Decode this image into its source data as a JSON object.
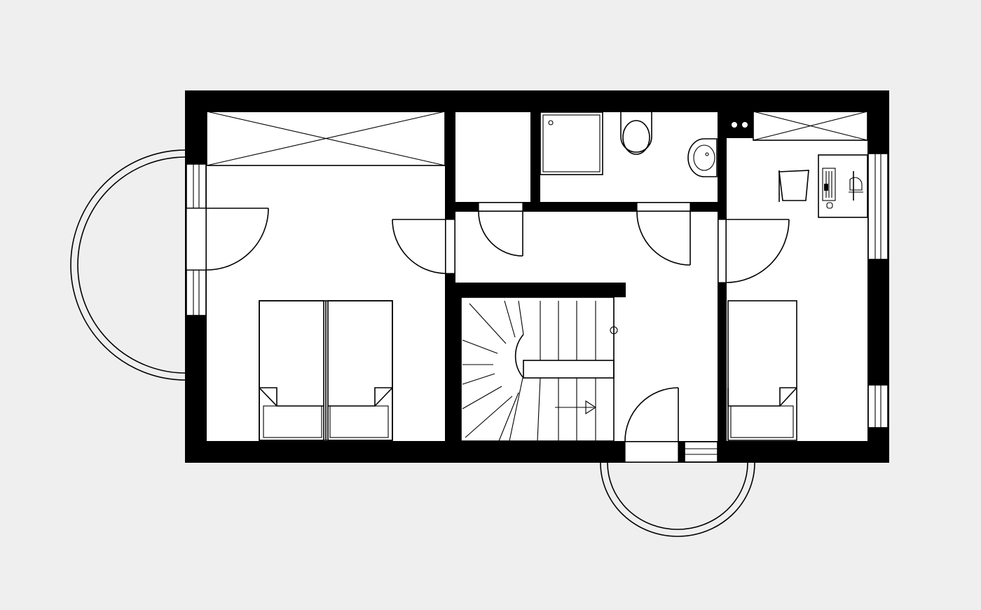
{
  "diagram": {
    "kind": "floor-plan",
    "text_labels": [],
    "colors": {
      "background": "#efefef",
      "wall": "#000000",
      "line": "#000000",
      "surface": "#ffffff"
    },
    "rooms": [
      {
        "id": "bedroom-left",
        "fixtures": [
          "wardrobe",
          "double-bed",
          "round-balcony"
        ]
      },
      {
        "id": "storage-closet",
        "fixtures": []
      },
      {
        "id": "bathroom",
        "fixtures": [
          "shower",
          "toilet",
          "washbasin"
        ]
      },
      {
        "id": "hallway",
        "fixtures": [
          "winder-staircase"
        ]
      },
      {
        "id": "bedroom-right",
        "fixtures": [
          "wardrobe",
          "single-bed",
          "desk",
          "chair",
          "computer",
          "power-outlet"
        ]
      },
      {
        "id": "entrance",
        "fixtures": [
          "round-porch"
        ]
      }
    ],
    "icons": [
      "door-swing-icon",
      "window-icon",
      "stair-direction-arrow-icon",
      "computer-icon",
      "chair-icon"
    ]
  }
}
